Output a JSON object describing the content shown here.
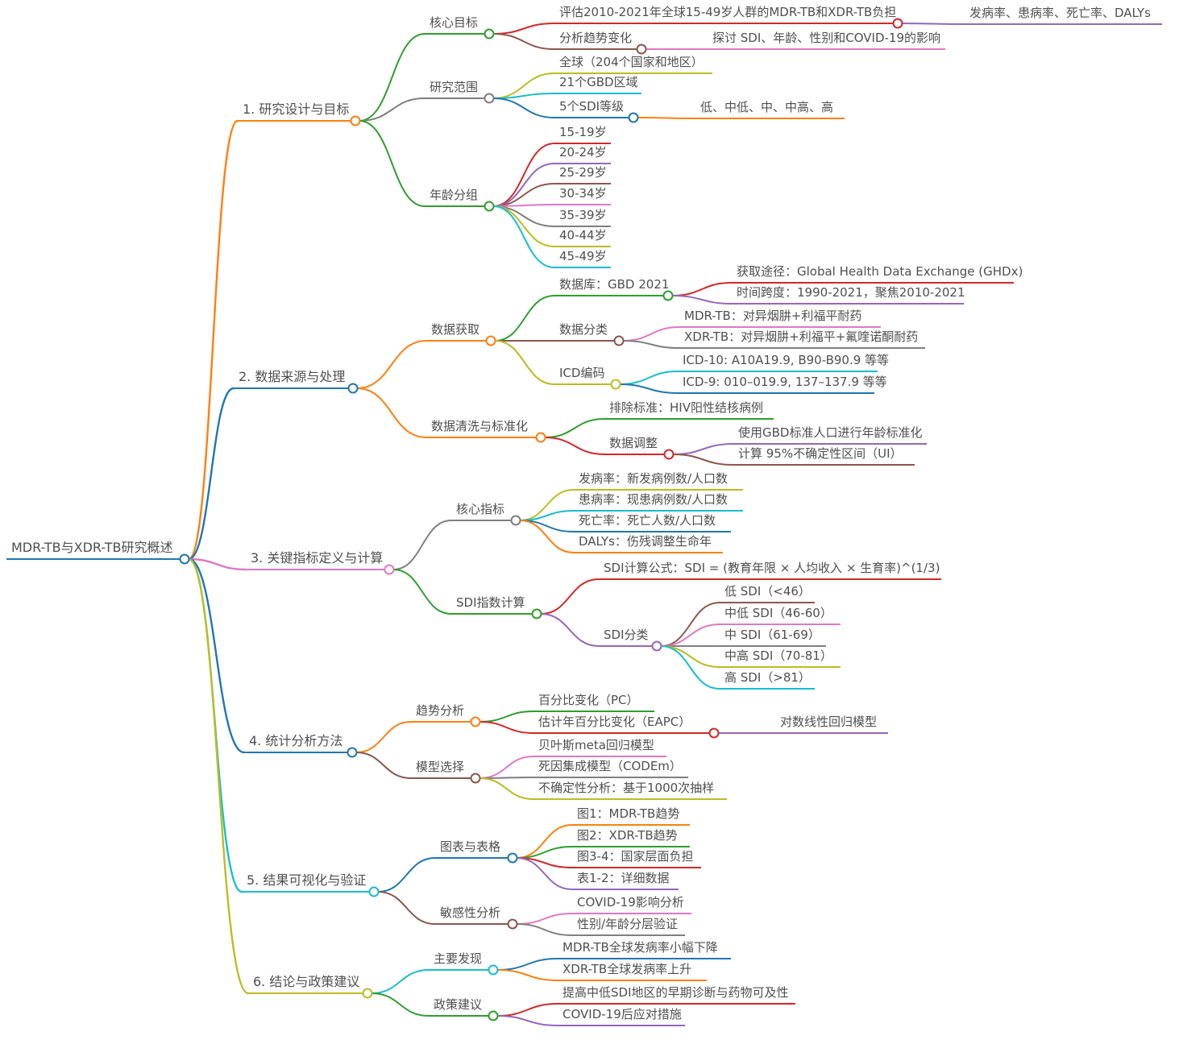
{
  "palette": [
    "#1f77b4",
    "#ff7f0e",
    "#2ca02c",
    "#d62728",
    "#9467bd",
    "#8c564b",
    "#e377c2",
    "#7f7f7f",
    "#bcbd22",
    "#17becf"
  ],
  "style": {
    "background": "#ffffff",
    "text_color": "#4f4f4f"
  },
  "root": {
    "label": "MDR-TB与XDR-TB研究概述",
    "children": [
      {
        "label": "1. 研究设计与目标",
        "children": [
          {
            "label": "核心目标",
            "children": [
              {
                "label": "评估2010-2021年全球15-49岁人群的MDR-TB和XDR-TB负担",
                "children": [
                  {
                    "label": "发病率、患病率、死亡率、DALYs"
                  }
                ]
              },
              {
                "label": "分析趋势变化",
                "children": [
                  {
                    "label": "探讨 SDI、年龄、性别和COVID-19的影响"
                  }
                ]
              }
            ]
          },
          {
            "label": "研究范围",
            "children": [
              {
                "label": "全球（204个国家和地区）"
              },
              {
                "label": "21个GBD区域"
              },
              {
                "label": "5个SDI等级",
                "children": [
                  {
                    "label": "低、中低、中、中高、高"
                  }
                ]
              }
            ]
          },
          {
            "label": "年龄分组",
            "children": [
              {
                "label": "15-19岁"
              },
              {
                "label": "20-24岁"
              },
              {
                "label": "25-29岁"
              },
              {
                "label": "30-34岁"
              },
              {
                "label": "35-39岁"
              },
              {
                "label": "40-44岁"
              },
              {
                "label": "45-49岁"
              }
            ]
          }
        ]
      },
      {
        "label": "2. 数据来源与处理",
        "children": [
          {
            "label": "数据获取",
            "children": [
              {
                "label": "数据库：GBD 2021",
                "children": [
                  {
                    "label": "获取途径：Global Health Data Exchange (GHDx)"
                  },
                  {
                    "label": "时间跨度：1990-2021，聚焦2010-2021"
                  }
                ]
              },
              {
                "label": "数据分类",
                "children": [
                  {
                    "label": "MDR-TB：对异烟肼+利福平耐药"
                  },
                  {
                    "label": "XDR-TB：对异烟肼+利福平+氟喹诺酮耐药"
                  }
                ]
              },
              {
                "label": "ICD编码",
                "children": [
                  {
                    "label": "ICD-10: A10A19.9, B90-B90.9 等等"
                  },
                  {
                    "label": "ICD-9: 010–019.9, 137–137.9 等等"
                  }
                ]
              }
            ]
          },
          {
            "label": "数据清洗与标准化",
            "children": [
              {
                "label": "排除标准：HIV阳性结核病例"
              },
              {
                "label": "数据调整",
                "children": [
                  {
                    "label": "使用GBD标准人口进行年龄标准化"
                  },
                  {
                    "label": "计算 95%不确定性区间（UI）"
                  }
                ]
              }
            ]
          }
        ]
      },
      {
        "label": "3. 关键指标定义与计算",
        "children": [
          {
            "label": "核心指标",
            "children": [
              {
                "label": "发病率：新发病例数/人口数"
              },
              {
                "label": "患病率：现患病例数/人口数"
              },
              {
                "label": "死亡率：死亡人数/人口数"
              },
              {
                "label": "DALYs：伤残调整生命年"
              }
            ]
          },
          {
            "label": "SDI指数计算",
            "children": [
              {
                "label": "SDI计算公式：SDI = (教育年限 × 人均收入 × 生育率)^(1/3)"
              },
              {
                "label": "SDI分类",
                "children": [
                  {
                    "label": "低 SDI（<46）"
                  },
                  {
                    "label": "中低 SDI（46-60）"
                  },
                  {
                    "label": "中 SDI（61-69）"
                  },
                  {
                    "label": "中高 SDI（70-81）"
                  },
                  {
                    "label": "高 SDI（>81）"
                  }
                ]
              }
            ]
          }
        ]
      },
      {
        "label": "4. 统计分析方法",
        "children": [
          {
            "label": "趋势分析",
            "children": [
              {
                "label": "百分比变化（PC）"
              },
              {
                "label": "估计年百分比变化（EAPC）",
                "children": [
                  {
                    "label": "对数线性回归模型"
                  }
                ]
              }
            ]
          },
          {
            "label": "模型选择",
            "children": [
              {
                "label": "贝叶斯meta回归模型"
              },
              {
                "label": "死因集成模型（CODEm）"
              },
              {
                "label": "不确定性分析：基于1000次抽样"
              }
            ]
          }
        ]
      },
      {
        "label": "5. 结果可视化与验证",
        "children": [
          {
            "label": "图表与表格",
            "children": [
              {
                "label": "图1：MDR-TB趋势"
              },
              {
                "label": "图2：XDR-TB趋势"
              },
              {
                "label": "图3-4：国家层面负担"
              },
              {
                "label": "表1-2：详细数据"
              }
            ]
          },
          {
            "label": "敏感性分析",
            "children": [
              {
                "label": "COVID-19影响分析"
              },
              {
                "label": "性别/年龄分层验证"
              }
            ]
          }
        ]
      },
      {
        "label": "6. 结论与政策建议",
        "children": [
          {
            "label": "主要发现",
            "children": [
              {
                "label": "MDR-TB全球发病率小幅下降"
              },
              {
                "label": "XDR-TB全球发病率上升"
              }
            ]
          },
          {
            "label": "政策建议",
            "children": [
              {
                "label": "提高中低SDI地区的早期诊断与药物可及性"
              },
              {
                "label": "COVID-19后应对措施"
              }
            ]
          }
        ]
      }
    ]
  }
}
